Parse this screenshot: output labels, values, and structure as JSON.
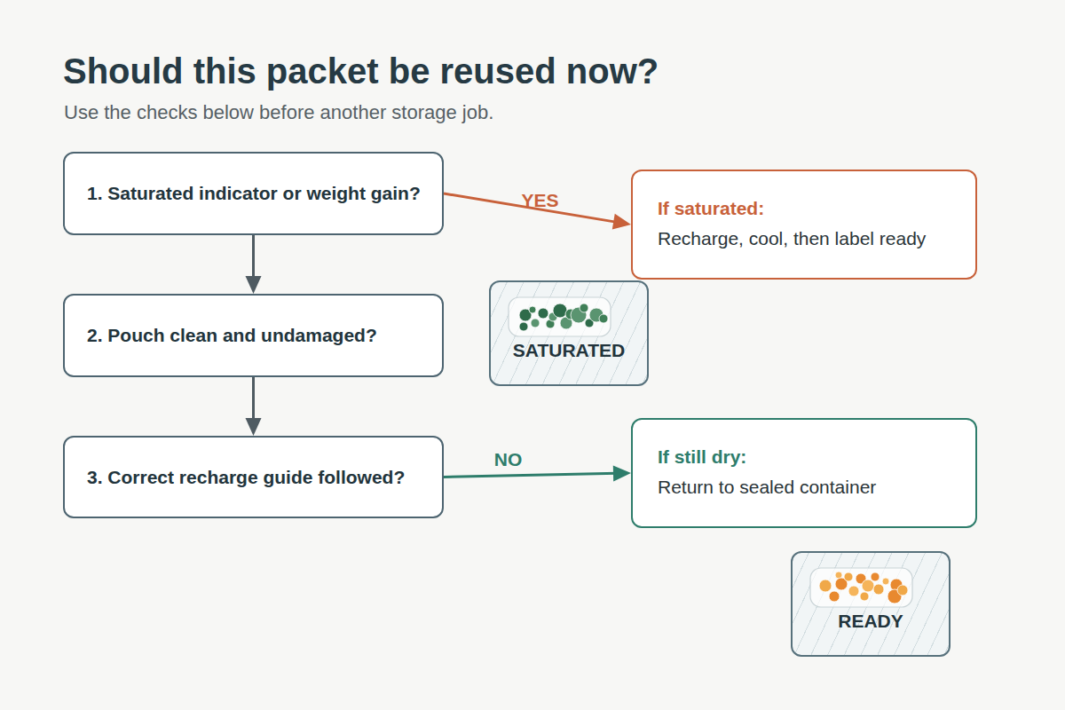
{
  "diagram": {
    "title": "Should this packet be reused now?",
    "caption": "Use the checks below before another storage job.",
    "nodes": [
      {
        "text": [
          "1. Saturated indicator or weight gain?"
        ]
      },
      {
        "text": [
          "If saturated:",
          "Recharge, cool, then label ready"
        ]
      },
      {
        "text": [
          "2. Pouch clean and undamaged?"
        ]
      },
      {
        "text": [
          "SATURATED"
        ]
      },
      {
        "text": [
          "3. Correct recharge guide followed?"
        ]
      },
      {
        "text": [
          "If still dry:",
          "Return to sealed container"
        ]
      },
      {
        "text": [
          "READY"
        ]
      }
    ],
    "edges": [
      {
        "from": 0,
        "to": 2,
        "arrow": "to"
      },
      {
        "from": 2,
        "to": 4,
        "arrow": "to"
      },
      {
        "from": 0,
        "to": 1,
        "label": "YES",
        "arrow": "to"
      },
      {
        "from": 4,
        "to": 5,
        "label": "NO",
        "arrow": "to"
      }
    ]
  }
}
